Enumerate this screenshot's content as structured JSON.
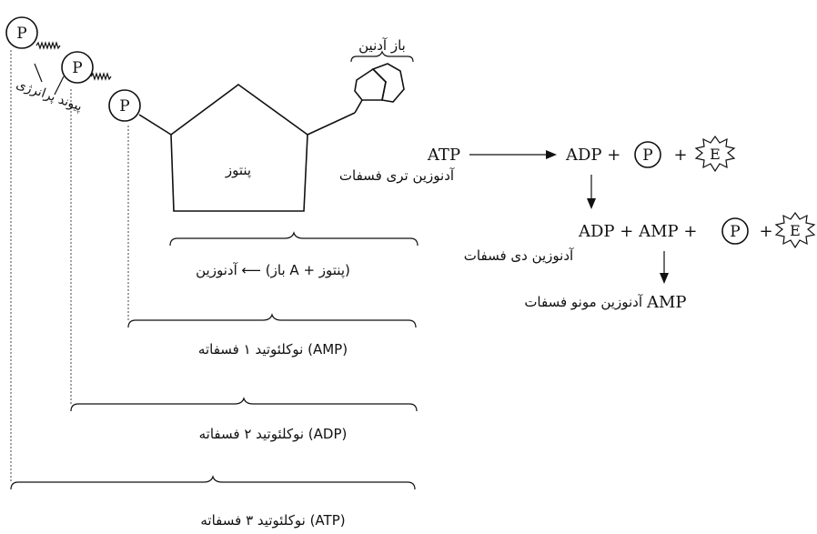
{
  "molecule": {
    "phosphate_symbol": "P",
    "pentose_label": "پنتوز",
    "base_label": "باز آدنین",
    "bond_label": "پیوند پرانرژی"
  },
  "braces": {
    "adenosine": "آدنوزین ⟵ (باز A + پنتوز)",
    "amp": "نوکلئوتید ۱ فسفاته (AMP)",
    "adp": "نوکلئوتید ۲ فسفاته (ADP)",
    "atp": "نوکلئوتید ۳ فسفاته (ATP)"
  },
  "reaction": {
    "atp": "ATP",
    "atp_name": "آدنوزین تری فسفات",
    "step1_adp": "ADP +",
    "plus": "+",
    "p_symbol": "P",
    "energy_symbol": "E",
    "step2": "ADP + AMP +",
    "adp_name": "آدنوزین دی فسفات",
    "amp": "AMP",
    "amp_name": "آدنوزین مونو فسفات"
  }
}
